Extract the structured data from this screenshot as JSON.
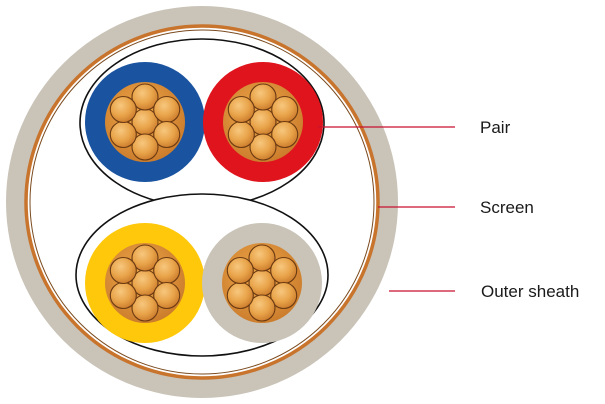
{
  "labels": {
    "pair": "Pair",
    "screen": "Screen",
    "outer_sheath": "Outer sheath"
  },
  "colors": {
    "outer_sheath": "#c9c3b8",
    "screen": "#c8742c",
    "leader_line": "#c8102e",
    "conductor_core": "#e39a3c",
    "strand": "#e9a44a",
    "insulation_blue": "#1a53a0",
    "insulation_red": "#e0141d",
    "insulation_yellow": "#ffc80a",
    "insulation_grey": "#c9c3b8",
    "pair_outline": "#111111"
  }
}
